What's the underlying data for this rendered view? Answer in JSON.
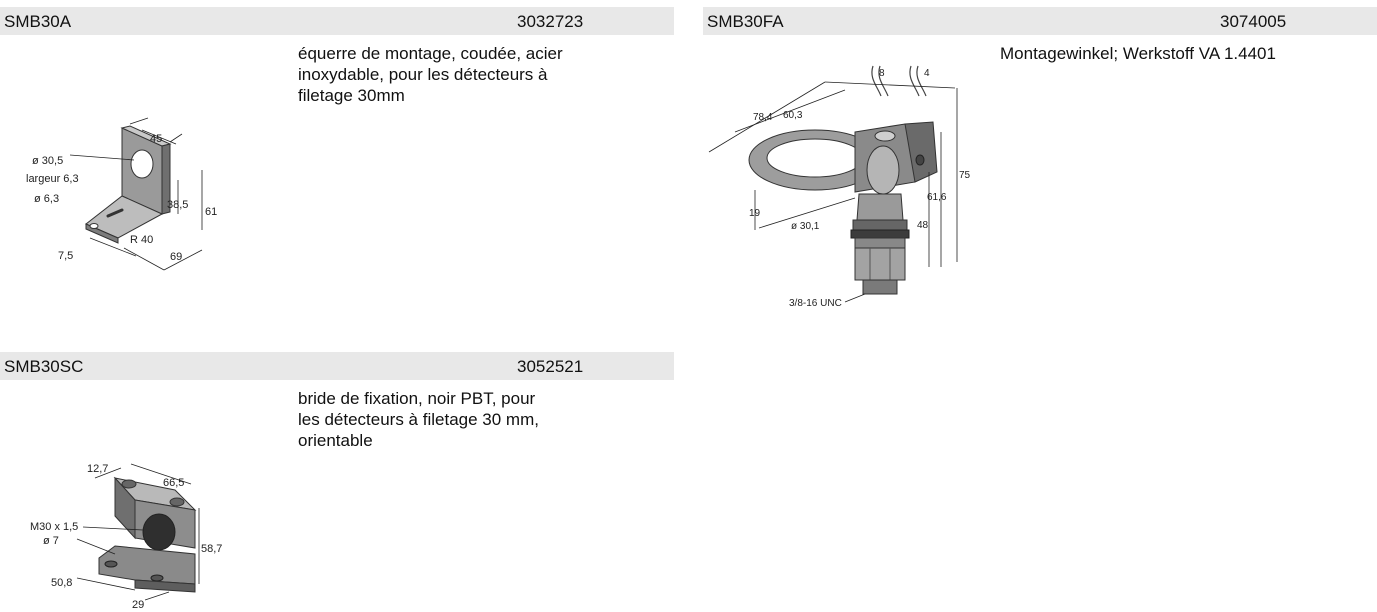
{
  "products": [
    {
      "name": "SMB30A",
      "code": "3032723",
      "description": "équerre de montage, coudée, acier inoxydable, pour les détecteurs à filetage 30mm",
      "description_lines": [
        "équerre de montage, coudée, acier",
        "inoxydable, pour les détecteurs à",
        "filetage 30mm"
      ],
      "dimensions": [
        "45",
        "ø 30,5",
        "largeur 6,3",
        "ø 6,3",
        "38,5",
        "61",
        "R 40",
        "7,5",
        "69"
      ]
    },
    {
      "name": "SMB30FA",
      "code": "3074005",
      "description": "Montagewinkel; Werkstoff VA 1.4401",
      "description_lines": [
        "Montagewinkel; Werkstoff VA 1.4401"
      ],
      "dimensions": [
        "8",
        "4",
        "78,4",
        "60,3",
        "75",
        "61,6",
        "48",
        "19",
        "ø 30,1",
        "3/8-16 UNC"
      ]
    },
    {
      "name": "SMB30SC",
      "code": "3052521",
      "description": "bride de fixation, noir PBT, pour les détecteurs à filetage 30 mm, orientable",
      "description_lines": [
        "bride de fixation, noir PBT, pour",
        "les détecteurs à filetage 30 mm,",
        "orientable"
      ],
      "dimensions": [
        "12,7",
        "66,5",
        "M30 x 1,5",
        "ø 7",
        "58,7",
        "50,8",
        "29"
      ]
    }
  ]
}
